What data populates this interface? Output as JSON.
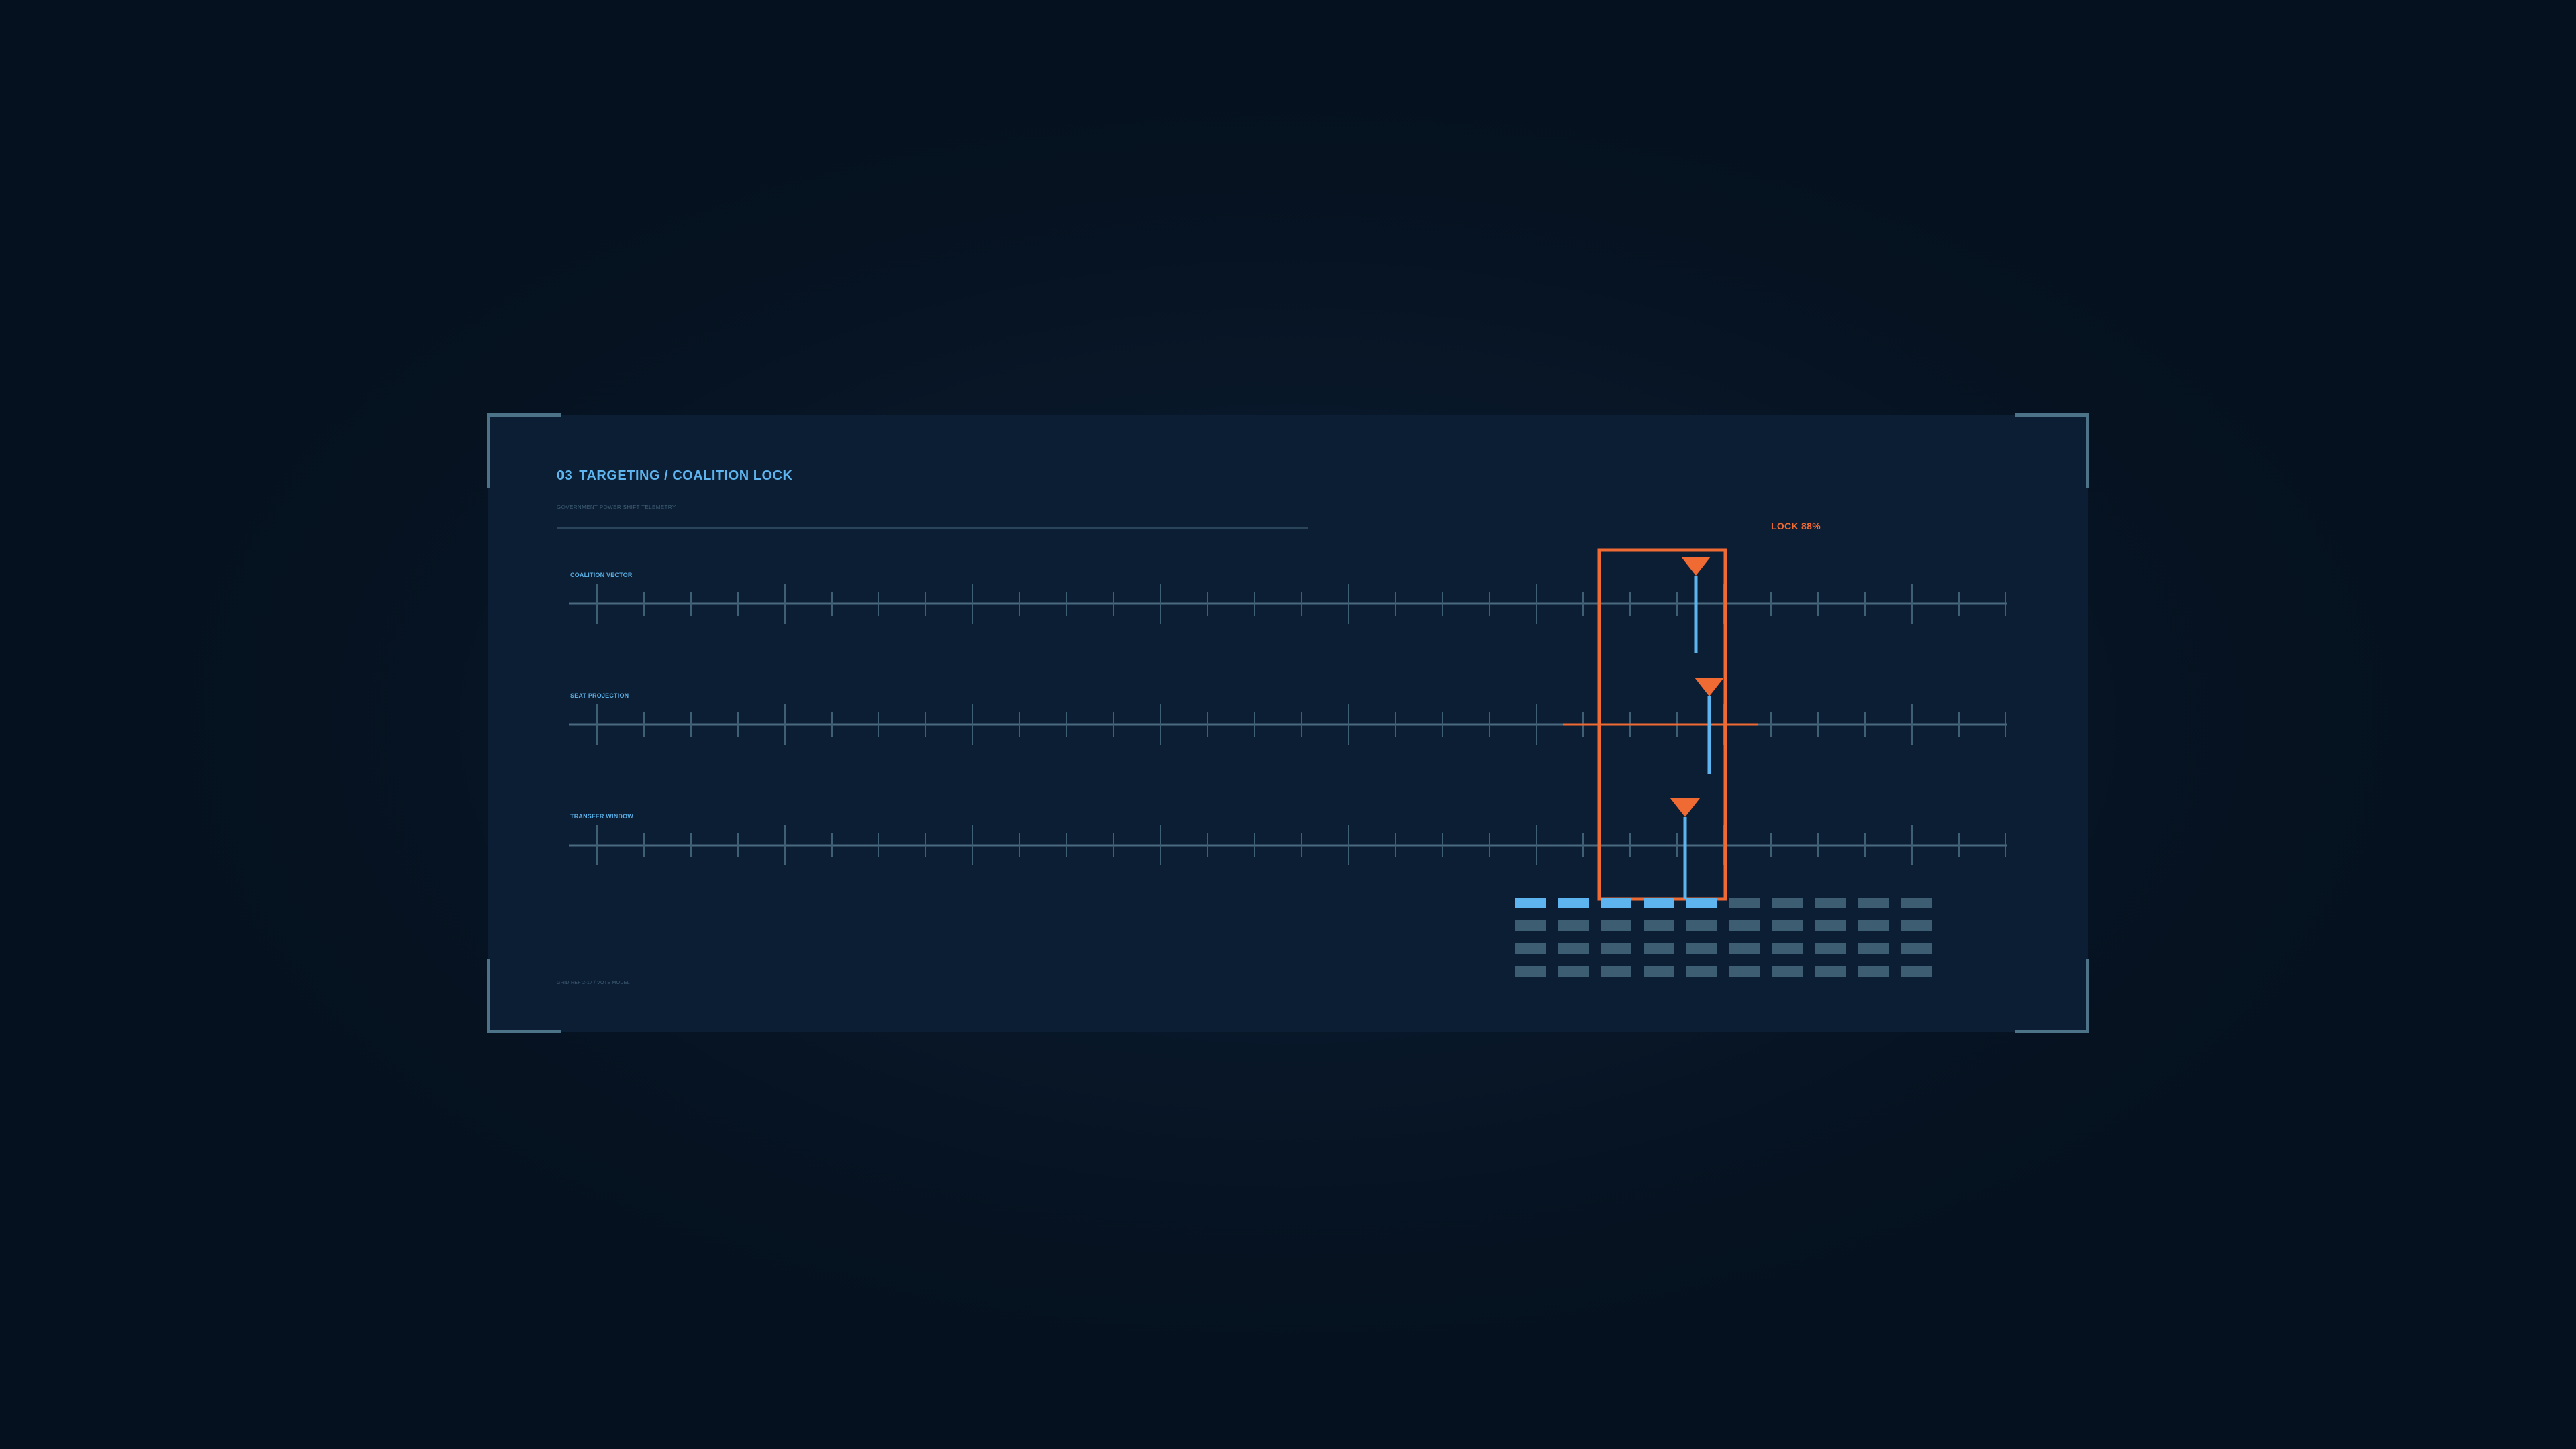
{
  "header": {
    "section_number": "03",
    "title": "TARGETING / COALITION LOCK",
    "subtitle": "GOVERNMENT POWER SHIFT TELEMETRY"
  },
  "lock": {
    "label": "LOCK 88%",
    "value_percent": 88
  },
  "tracks": [
    {
      "label": "COALITION VECTOR"
    },
    {
      "label": "SEAT PROJECTION"
    },
    {
      "label": "TRANSFER WINDOW"
    }
  ],
  "lock_grid": {
    "columns": 10,
    "rows": 4,
    "active_in_first_row": 5
  },
  "footer": {
    "text": "GRID REF 2-17 / VOTE MODEL"
  },
  "colors": {
    "background": "#07172a",
    "panel": "#0c1e33",
    "frame_corner": "#4d7388",
    "accent_blue": "#5db4ee",
    "accent_orange": "#f06a34",
    "track_line": "#4a6a80",
    "grid_inactive": "#3d5d72"
  }
}
